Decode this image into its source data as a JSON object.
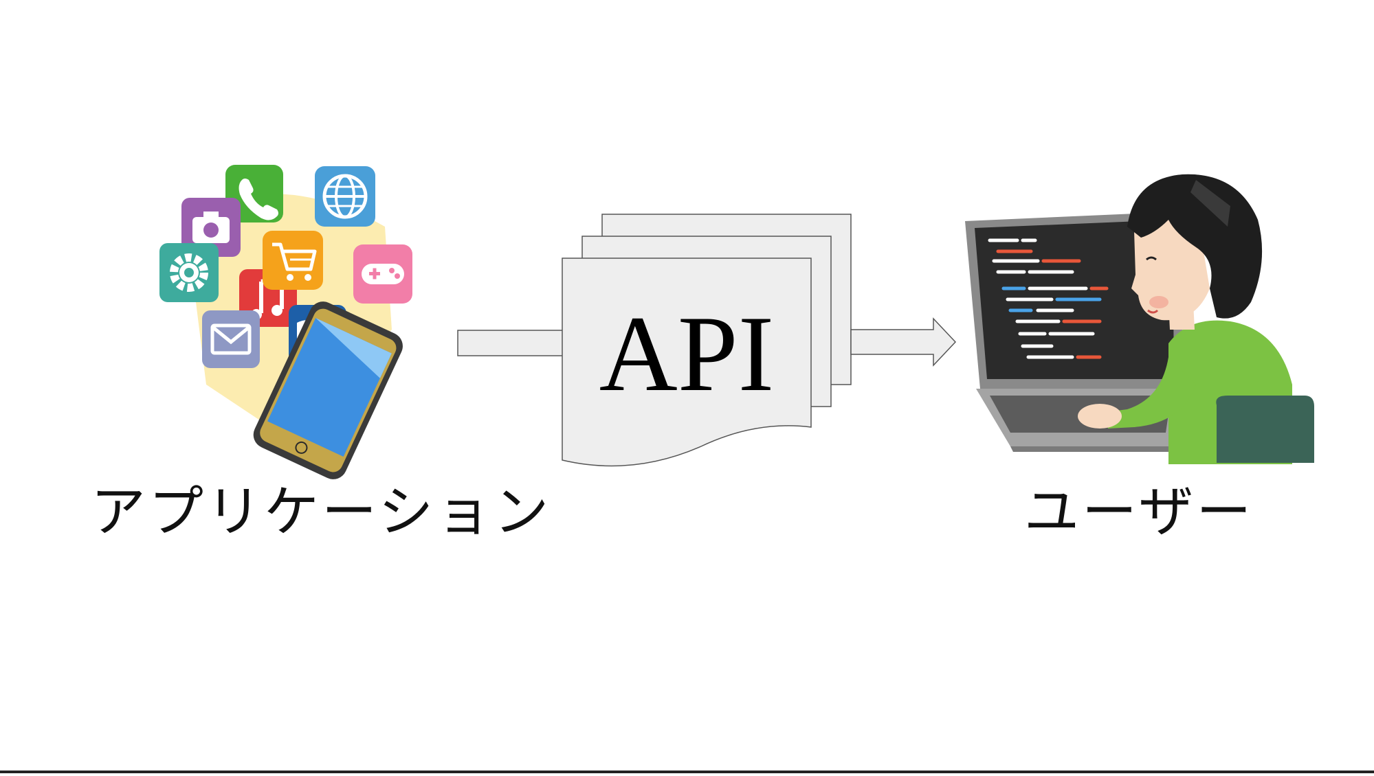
{
  "diagram": {
    "api_label": "API",
    "application_label": "アプリケーション",
    "user_label": "ユーザー"
  },
  "icons": [
    "phone-icon",
    "globe-icon",
    "camera-icon",
    "gear-icon",
    "cart-icon",
    "game-controller-icon",
    "music-icon",
    "mail-icon",
    "book-icon",
    "smartphone-icon",
    "programmer-icon",
    "laptop-icon"
  ],
  "colors": {
    "document_fill": "#eeeeee",
    "document_stroke": "#555555",
    "arrow_fill": "#eeeeee",
    "shirt_green": "#7cc243",
    "chair_teal": "#3b6457"
  }
}
